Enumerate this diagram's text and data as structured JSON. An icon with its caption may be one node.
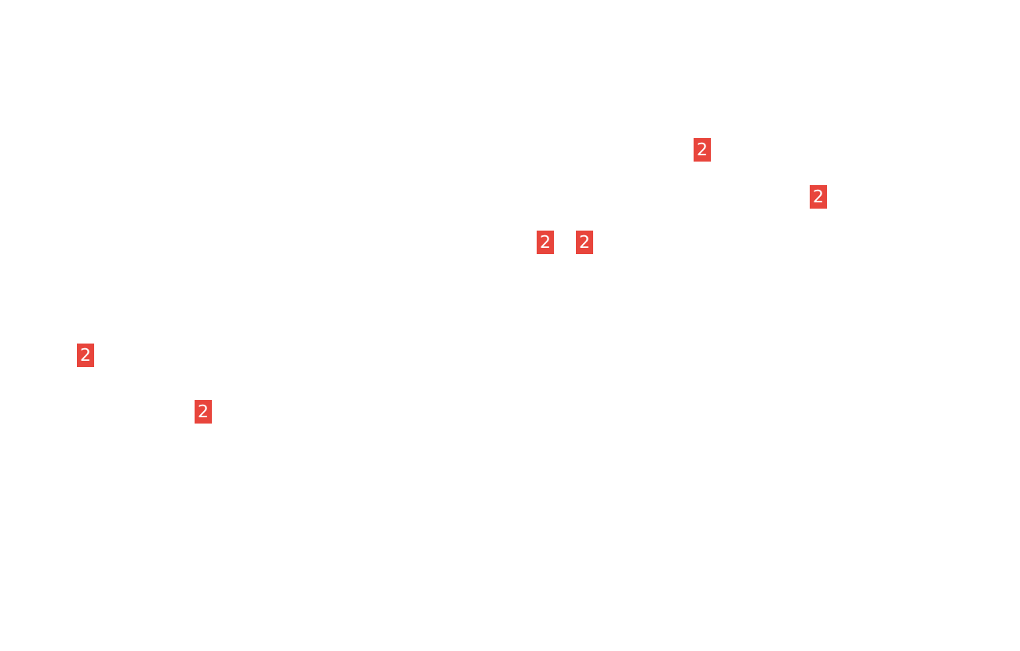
{
  "diagram": {
    "nodes": [
      {
        "text": [
          "2"
        ]
      },
      {
        "text": [
          "2"
        ]
      },
      {
        "text": [
          "2"
        ]
      },
      {
        "text": [
          "2"
        ]
      },
      {
        "text": [
          "2"
        ]
      },
      {
        "text": [
          "2"
        ]
      }
    ]
  }
}
